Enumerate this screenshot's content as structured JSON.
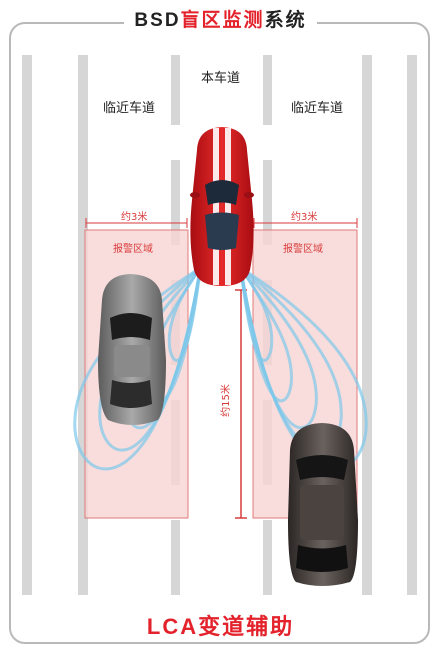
{
  "header": {
    "title_prefix": "BSD",
    "title_accent": "盲区监测",
    "title_suffix": "系统"
  },
  "lanes": {
    "center": "本车道",
    "left": "临近车道",
    "right": "临近车道"
  },
  "zones": {
    "left_width": "约3米",
    "right_width": "约3米",
    "left_label": "报警区域",
    "right_label": "报警区域",
    "length": "约15米"
  },
  "footer": {
    "label": "LCA变道辅助"
  },
  "colors": {
    "accent": "#e3222b",
    "zone_fill": "#f8d4d4",
    "wave": "#7ec8ea"
  }
}
